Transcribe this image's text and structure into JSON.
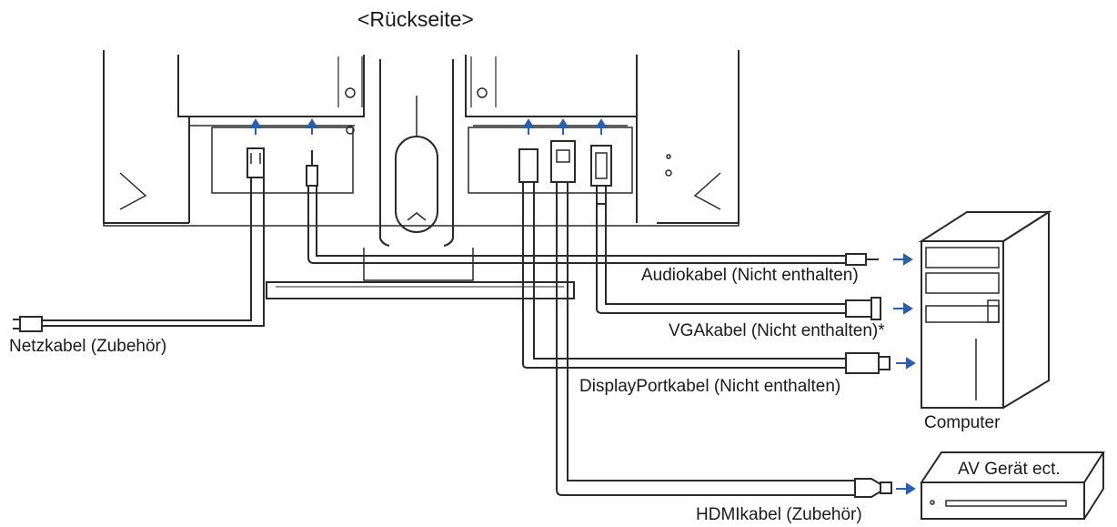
{
  "title": "<Rückseite>",
  "cables": {
    "power": "Netzkabel (Zubehör)",
    "audio": "Audiokabel (Nicht enthalten)",
    "vga": "VGAkabel (Nicht enthalten)*",
    "displayport": "DisplayPortkabel (Nicht enthalten)",
    "hdmi": "HDMIkabel (Zubehör)"
  },
  "devices": {
    "computer": "Computer",
    "av": "AV Gerät ect."
  },
  "colors": {
    "line": "#2a2a2a",
    "arrow": "#2b5fa8",
    "cable_fill": "#ffffff"
  }
}
